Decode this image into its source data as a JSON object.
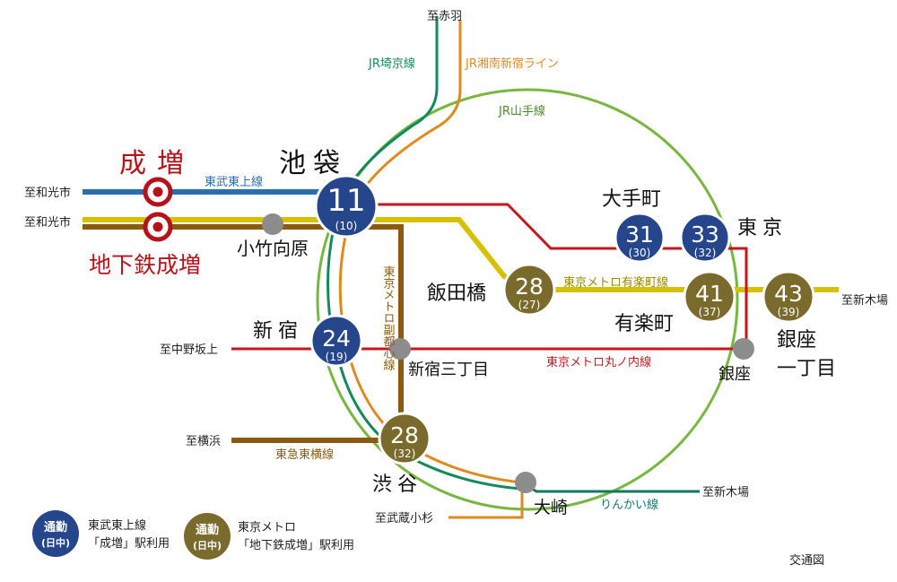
{
  "colors": {
    "tobu_tojo": "#2a6db0",
    "metro_yurakucho_gold": "#d6c000",
    "metro_fukutoshin_brown": "#8a5a10",
    "marunouchi_red": "#c8161d",
    "jr_saikyo_green": "#128a5c",
    "jr_shonan_orange": "#e08a1e",
    "jr_yamanote_lightgreen": "#76b83f",
    "rinkai_teal": "#0f7a64",
    "tokyu_brown": "#8a5a10",
    "station_navy": "#25468a",
    "station_olive": "#7a6a2c",
    "interchange_gray": "#8c8c8c",
    "narimasu_red": "#b5121b"
  },
  "destinations": {
    "akabane": "至赤羽",
    "wakoshi_1": "至和光市",
    "wakoshi_2": "至和光市",
    "nakanosakaue": "至中野坂上",
    "yokohama": "至横浜",
    "musashikosugi": "至武蔵小杉",
    "shinkiba_1": "至新木場",
    "shinkiba_2": "至新木場"
  },
  "lines": {
    "saikyo": "JR埼京線",
    "shonan": "JR湘南新宿ライン",
    "yamanote": "JR山手線",
    "tobu_tojo": "東武東上線",
    "yurakucho": "東京メトロ有楽町線",
    "fukutoshin": "東京メトロ副都心線",
    "marunouchi": "東京メトロ丸ノ内線",
    "tokyu_toyoko": "東急東横線",
    "rinkai": "りんかい線"
  },
  "stations": {
    "narimasu": "成増",
    "chikatetsu_narimasu": "地下鉄成増",
    "kotakemukaihara": "小竹向原",
    "ikebukuro": {
      "name": "池袋",
      "minutes": "11",
      "sub": "(10)"
    },
    "iidabashi": {
      "name": "飯田橋",
      "minutes": "28",
      "sub": "(27)"
    },
    "otemachi": {
      "name": "大手町",
      "minutes": "31",
      "sub": "(30)"
    },
    "tokyo": {
      "name": "東京",
      "minutes": "33",
      "sub": "(32)"
    },
    "yurakucho": {
      "name": "有楽町",
      "minutes": "41",
      "sub": "(37)"
    },
    "ginza_itchome": {
      "name": "銀座一丁目",
      "name_line1": "銀座",
      "name_line2": "一丁目",
      "minutes": "43",
      "sub": "(39)"
    },
    "ginza": "銀座",
    "shinjuku": {
      "name": "新宿",
      "minutes": "24",
      "sub": "(19)"
    },
    "shinjuku_sanchome": "新宿三丁目",
    "shibuya": {
      "name": "渋谷",
      "minutes": "28",
      "sub": "(32)"
    },
    "osaki": "大崎"
  },
  "legend": {
    "tobu": {
      "badge_line1": "通勤",
      "badge_line2": "(日中)",
      "text_line1": "東武東上線",
      "text_line2": "「成増」駅利用"
    },
    "metro": {
      "badge_line1": "通勤",
      "badge_line2": "(日中)",
      "text_line1": "東京メトロ",
      "text_line2": "「地下鉄成増」駅利用"
    }
  },
  "caption": "交通図"
}
